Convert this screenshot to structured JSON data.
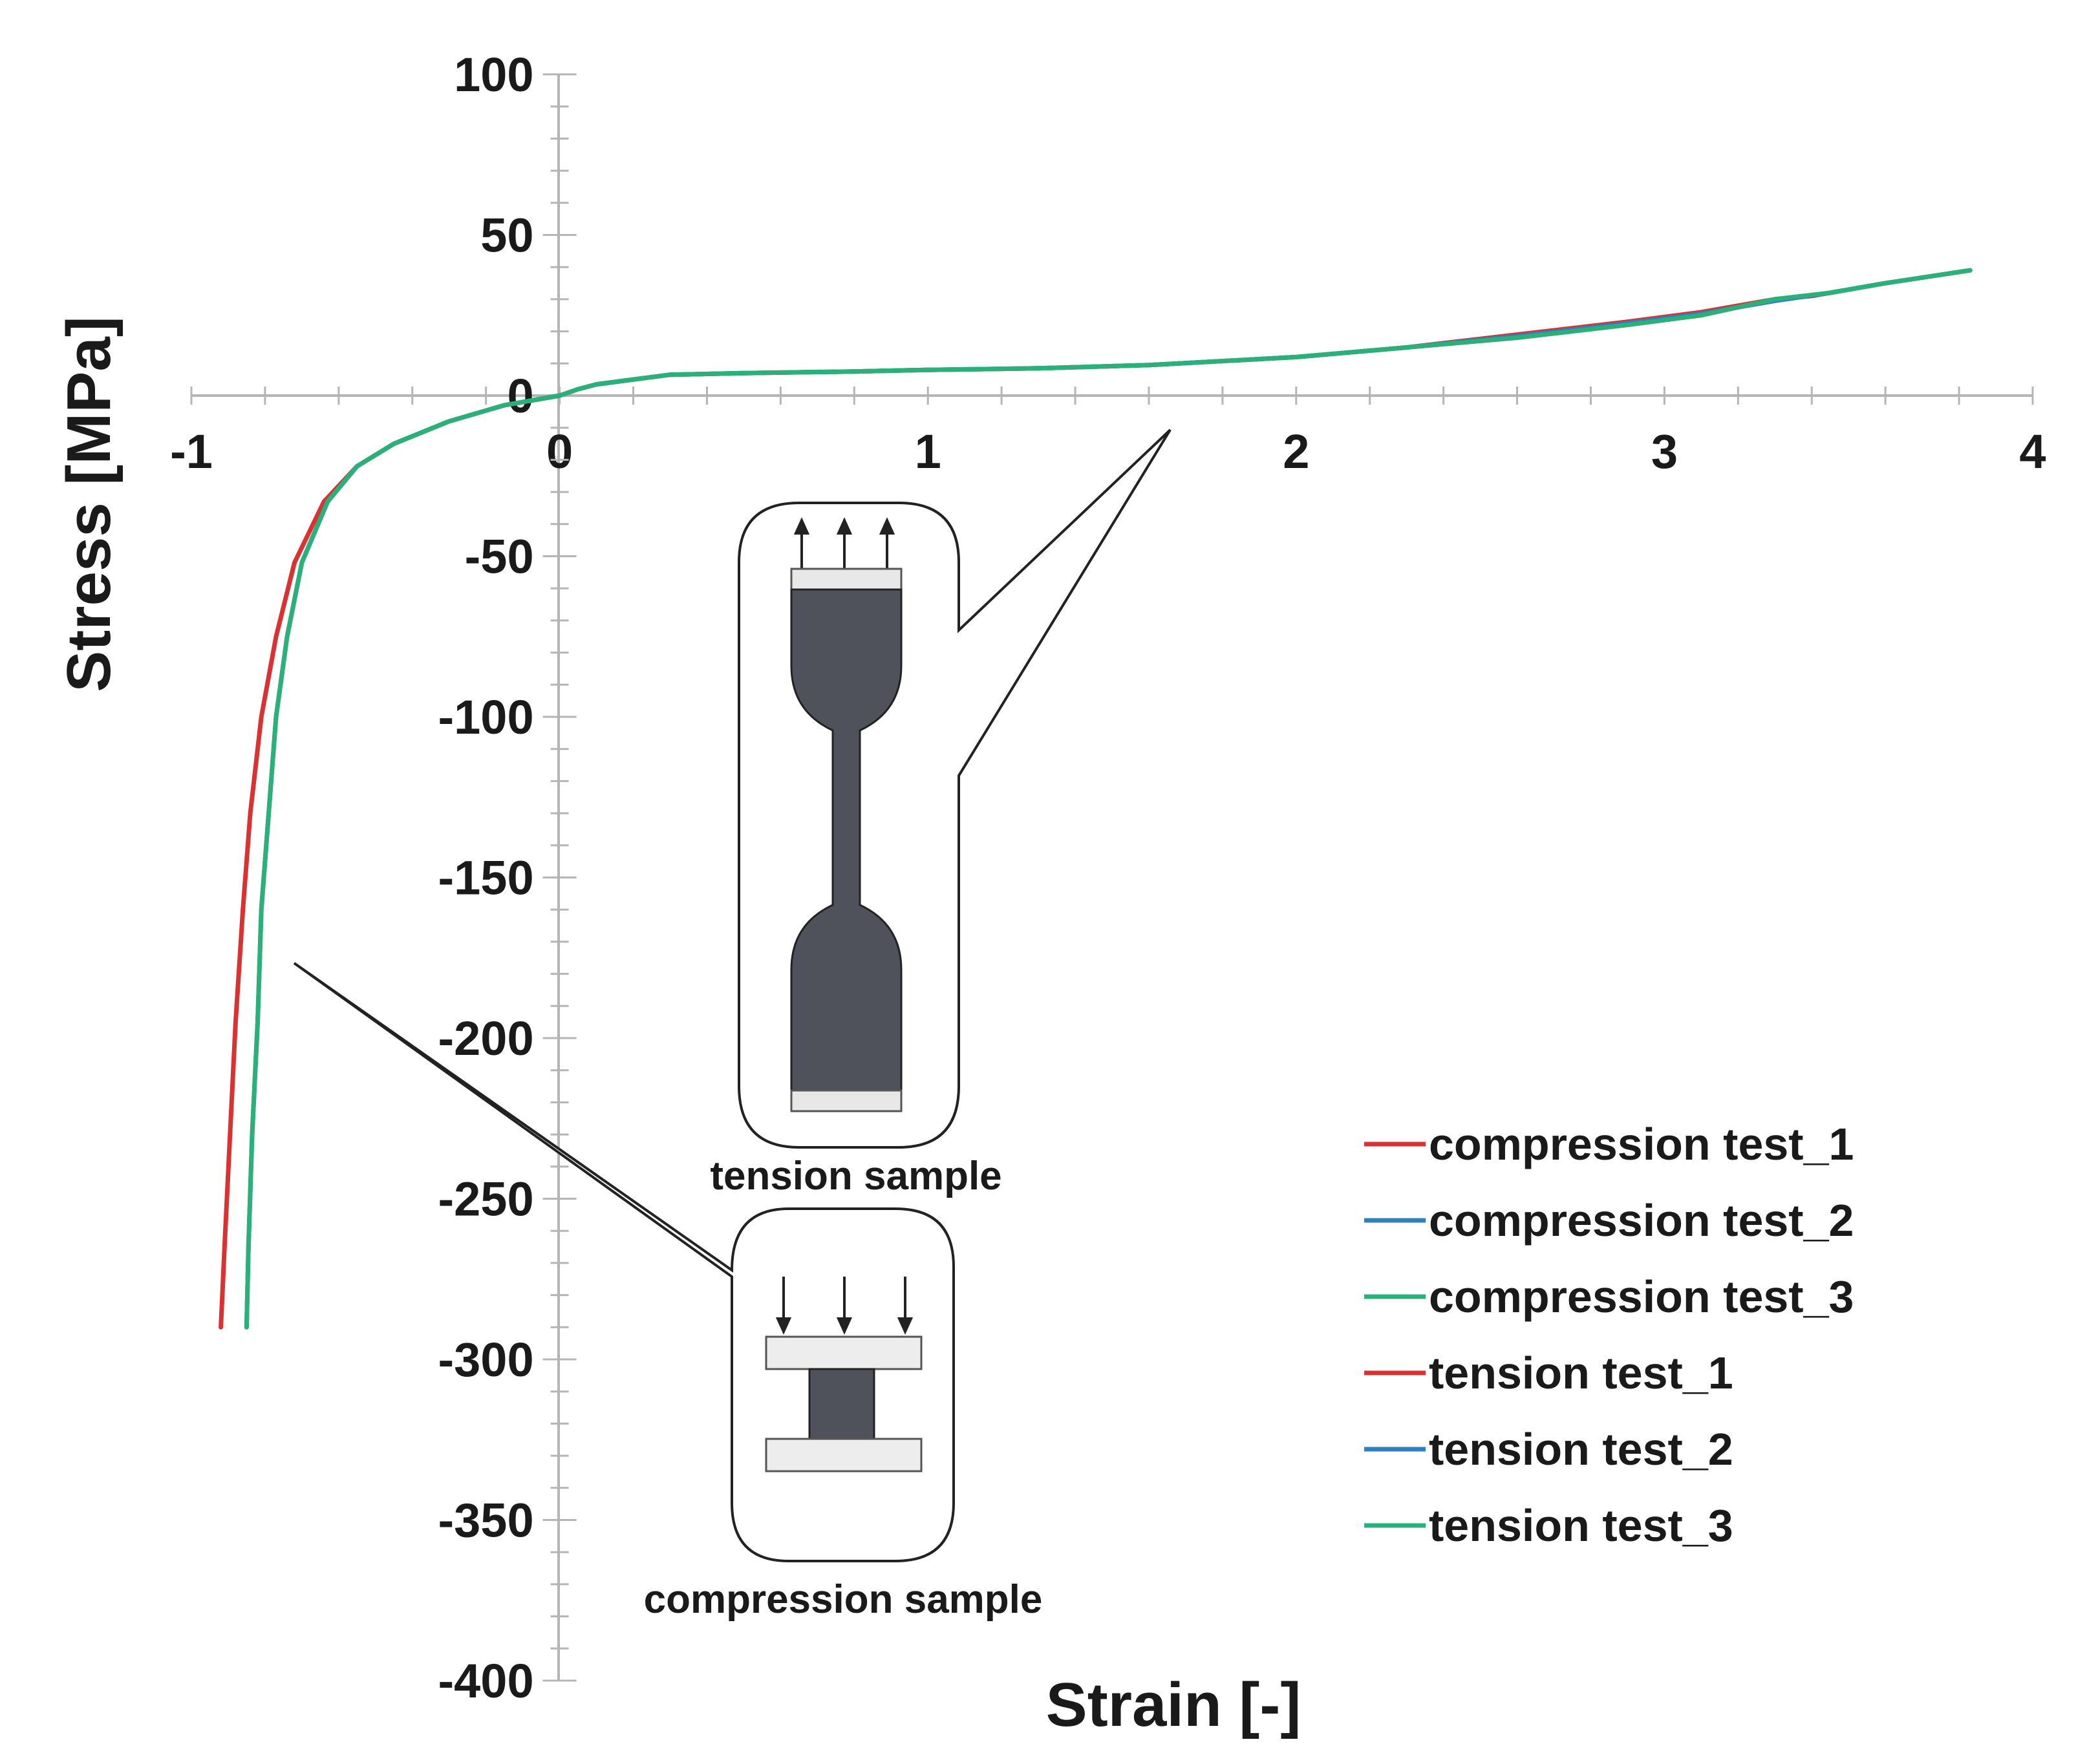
{
  "chart_data": {
    "type": "line",
    "xlabel": "Strain [-]",
    "ylabel": "Stress [MPa]",
    "xlim": [
      -1,
      4
    ],
    "ylim": [
      -400,
      100
    ],
    "x_ticks": [
      "-1",
      "0",
      "1",
      "2",
      "3",
      "4"
    ],
    "y_ticks": [
      "100",
      "50",
      "0",
      "-50",
      "-100",
      "-150",
      "-200",
      "-250",
      "-300",
      "-350",
      "-400"
    ],
    "grid": false,
    "legend_position": "bottom-right",
    "series": [
      {
        "name": "compression test_1",
        "color": "#d93232",
        "points": [
          [
            -0.92,
            -290
          ],
          [
            -0.91,
            -265
          ],
          [
            -0.895,
            -230
          ],
          [
            -0.88,
            -195
          ],
          [
            -0.86,
            -160
          ],
          [
            -0.84,
            -130
          ],
          [
            -0.81,
            -100
          ],
          [
            -0.77,
            -75
          ],
          [
            -0.72,
            -52
          ],
          [
            -0.64,
            -33
          ],
          [
            -0.55,
            -22
          ],
          [
            -0.45,
            -15
          ],
          [
            -0.3,
            -8
          ],
          [
            -0.15,
            -3
          ],
          [
            0,
            0
          ]
        ]
      },
      {
        "name": "compression test_2",
        "color": "#2f7fc1",
        "points": [
          [
            -0.85,
            -290
          ],
          [
            -0.845,
            -265
          ],
          [
            -0.835,
            -230
          ],
          [
            -0.82,
            -195
          ],
          [
            -0.81,
            -160
          ],
          [
            -0.79,
            -130
          ],
          [
            -0.77,
            -100
          ],
          [
            -0.74,
            -75
          ],
          [
            -0.7,
            -52
          ],
          [
            -0.63,
            -33
          ],
          [
            -0.55,
            -22
          ],
          [
            -0.45,
            -15
          ],
          [
            -0.3,
            -8
          ],
          [
            -0.15,
            -3
          ],
          [
            0,
            0
          ]
        ]
      },
      {
        "name": "compression test_3",
        "color": "#2bb07a",
        "points": [
          [
            -0.85,
            -290
          ],
          [
            -0.845,
            -265
          ],
          [
            -0.835,
            -230
          ],
          [
            -0.82,
            -195
          ],
          [
            -0.81,
            -160
          ],
          [
            -0.79,
            -130
          ],
          [
            -0.77,
            -100
          ],
          [
            -0.74,
            -75
          ],
          [
            -0.7,
            -52
          ],
          [
            -0.63,
            -33
          ],
          [
            -0.55,
            -22
          ],
          [
            -0.45,
            -15
          ],
          [
            -0.3,
            -8
          ],
          [
            -0.15,
            -3
          ],
          [
            0,
            0
          ]
        ]
      },
      {
        "name": "tension test_1",
        "color": "#d93232",
        "points": [
          [
            0,
            0
          ],
          [
            0.05,
            2
          ],
          [
            0.1,
            3.5
          ],
          [
            0.2,
            5
          ],
          [
            0.3,
            6.5
          ],
          [
            0.5,
            7
          ],
          [
            0.8,
            7.5
          ],
          [
            1.0,
            8
          ],
          [
            1.3,
            8.5
          ],
          [
            1.6,
            9.5
          ],
          [
            2.0,
            12
          ],
          [
            2.3,
            15
          ],
          [
            2.6,
            19
          ],
          [
            2.9,
            23
          ],
          [
            3.1,
            26
          ],
          [
            3.3,
            30
          ],
          [
            3.4,
            31
          ],
          [
            3.6,
            35
          ],
          [
            3.83,
            39
          ]
        ]
      },
      {
        "name": "tension test_2",
        "color": "#2f7fc1",
        "points": [
          [
            0,
            0
          ],
          [
            0.05,
            2
          ],
          [
            0.1,
            3.5
          ],
          [
            0.2,
            5
          ],
          [
            0.3,
            6.5
          ],
          [
            0.5,
            7
          ],
          [
            0.8,
            7.5
          ],
          [
            1.0,
            8
          ],
          [
            1.3,
            8.5
          ],
          [
            1.6,
            9.5
          ],
          [
            2.0,
            12
          ],
          [
            2.3,
            15
          ],
          [
            2.6,
            18.5
          ],
          [
            2.9,
            22.5
          ],
          [
            3.1,
            25.5
          ],
          [
            3.3,
            29.5
          ],
          [
            3.45,
            32
          ],
          [
            3.6,
            35
          ],
          [
            3.83,
            39
          ]
        ]
      },
      {
        "name": "tension test_3",
        "color": "#2bb07a",
        "points": [
          [
            0,
            0
          ],
          [
            0.05,
            2
          ],
          [
            0.1,
            3.5
          ],
          [
            0.2,
            5
          ],
          [
            0.3,
            6.5
          ],
          [
            0.5,
            7
          ],
          [
            0.8,
            7.5
          ],
          [
            1.0,
            8
          ],
          [
            1.3,
            8.5
          ],
          [
            1.6,
            9.5
          ],
          [
            2.0,
            12
          ],
          [
            2.3,
            15
          ],
          [
            2.6,
            18
          ],
          [
            2.9,
            22
          ],
          [
            3.1,
            25
          ],
          [
            3.3,
            30
          ],
          [
            3.45,
            32
          ],
          [
            3.6,
            35
          ],
          [
            3.83,
            39
          ]
        ]
      }
    ]
  },
  "insets": {
    "tension_label": "tension sample",
    "compression_label": "compression sample"
  }
}
